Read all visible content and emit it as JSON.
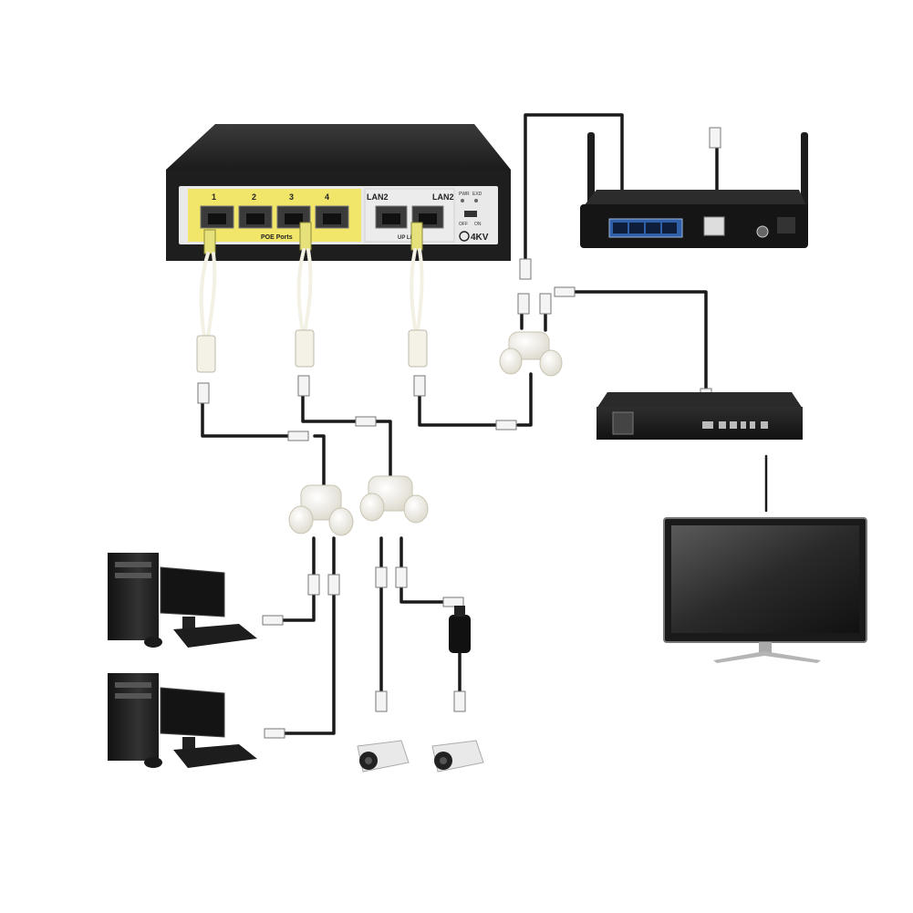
{
  "switch": {
    "port_labels": [
      "1",
      "2",
      "3",
      "4"
    ],
    "uplink_labels": [
      "LAN2",
      "LAN2"
    ],
    "poe_label": "POE Ports",
    "uplink_group_label": "UP Link",
    "indicator_labels": [
      "PWR",
      "EXD"
    ],
    "toggle_labels": [
      "OFF",
      "ON"
    ],
    "surge_label": "4KV"
  },
  "colors": {
    "cable": "#1a1a1a",
    "poe_panel": "#f2e66a",
    "device_body": "#222222",
    "splitter": "#f4f1e6",
    "plug_poe": "#e6e17a"
  }
}
